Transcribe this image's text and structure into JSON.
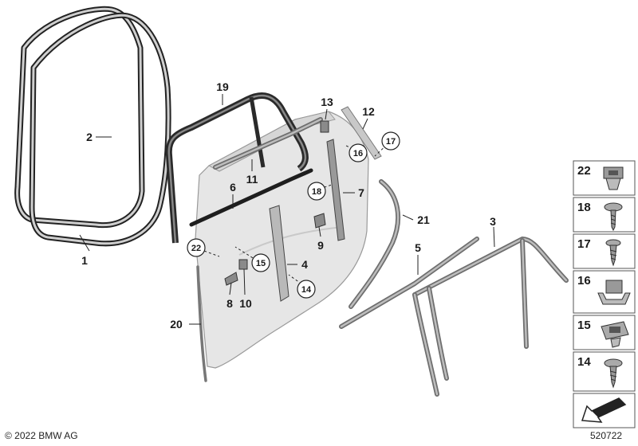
{
  "callouts": [
    {
      "id": "1"
    },
    {
      "id": "2"
    },
    {
      "id": "3"
    },
    {
      "id": "4"
    },
    {
      "id": "5"
    },
    {
      "id": "6"
    },
    {
      "id": "7"
    },
    {
      "id": "8"
    },
    {
      "id": "9"
    },
    {
      "id": "10"
    },
    {
      "id": "11"
    },
    {
      "id": "12"
    },
    {
      "id": "13"
    },
    {
      "id": "14"
    },
    {
      "id": "15"
    },
    {
      "id": "16"
    },
    {
      "id": "17"
    },
    {
      "id": "18"
    },
    {
      "id": "19"
    },
    {
      "id": "20"
    },
    {
      "id": "21"
    },
    {
      "id": "22"
    }
  ],
  "legend": [
    {
      "id": "22",
      "icon": "clip-nut-icon"
    },
    {
      "id": "18",
      "icon": "pan-head-screw-icon"
    },
    {
      "id": "17",
      "icon": "tapping-screw-icon"
    },
    {
      "id": "16",
      "icon": "bracket-clip-icon"
    },
    {
      "id": "15",
      "icon": "clip-nut-icon"
    },
    {
      "id": "14",
      "icon": "tapping-screw-icon"
    },
    {
      "id": "",
      "icon": "arrow-direction-icon"
    }
  ],
  "footer": {
    "copyright": "© 2022 BMW AG",
    "diagram_number": "520722"
  }
}
